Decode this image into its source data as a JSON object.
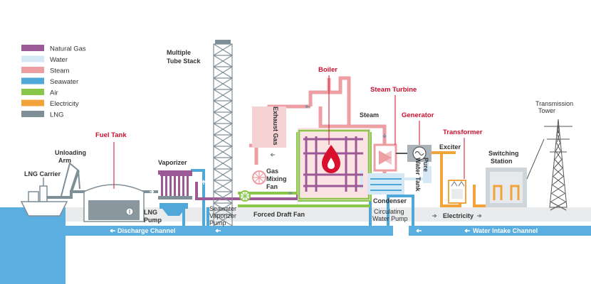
{
  "legend": [
    {
      "label": "Natural Gas",
      "color": "#9b5a96"
    },
    {
      "label": "Water",
      "color": "#d4e8f5"
    },
    {
      "label": "Steam",
      "color": "#ec9ea3"
    },
    {
      "label": "Seawater",
      "color": "#4fa8d8"
    },
    {
      "label": "Air",
      "color": "#8ac64a"
    },
    {
      "label": "Electricity",
      "color": "#f2a33a"
    },
    {
      "label": "LNG",
      "color": "#7f8f98"
    }
  ],
  "colors": {
    "sea": "#5aaee0",
    "ground": "#e9ebec",
    "channel": "#5aaee0",
    "pipe_seawater": "#4fa8d8",
    "pipe_water": "#d4e8f5",
    "pipe_steam": "#ec9ea3",
    "pipe_gas": "#9b5a96",
    "pipe_air": "#8ac64a",
    "pipe_elec": "#f2a33a",
    "pipe_lng": "#7f8f98",
    "highlight": "#c8102e"
  },
  "labels": {
    "multiple_tube_stack": [
      "Multiple",
      "Tube Stack"
    ],
    "boiler": "Boiler",
    "steam_turbine": "Steam Turbine",
    "generator": "Generator",
    "transformer": "Transformer",
    "transmission_tower": [
      "Transmission",
      "Tower"
    ],
    "steam": "Steam",
    "exhaust_gas": "Exhaust Gas",
    "fuel_tank": "Fuel Tank",
    "unloading_arm": [
      "Unloading",
      "Arm"
    ],
    "lng_carrier": "LNG Carrier",
    "vaporizer": "Vaporizer",
    "gas_mixing_fan": [
      "Gas",
      "Mixing",
      "Fan"
    ],
    "exciter": "Exciter",
    "switching_station": [
      "Switching",
      "Station"
    ],
    "pure_water_tank": [
      "Pure",
      "Water Tank"
    ],
    "lng_pump": [
      "LNG",
      "Pump"
    ],
    "seawater_vaporizer_pump": [
      "Seawater",
      "Vaporizer",
      "Pump"
    ],
    "forced_draft_fan": "Forced Draft Fan",
    "condenser": "Condenser",
    "circulating_water_pump": [
      "Circulating",
      "Water Pump"
    ],
    "electricity": "Electricity",
    "discharge_channel": "Discharge Channel",
    "water_intake_channel": "Water Intake Channel"
  }
}
